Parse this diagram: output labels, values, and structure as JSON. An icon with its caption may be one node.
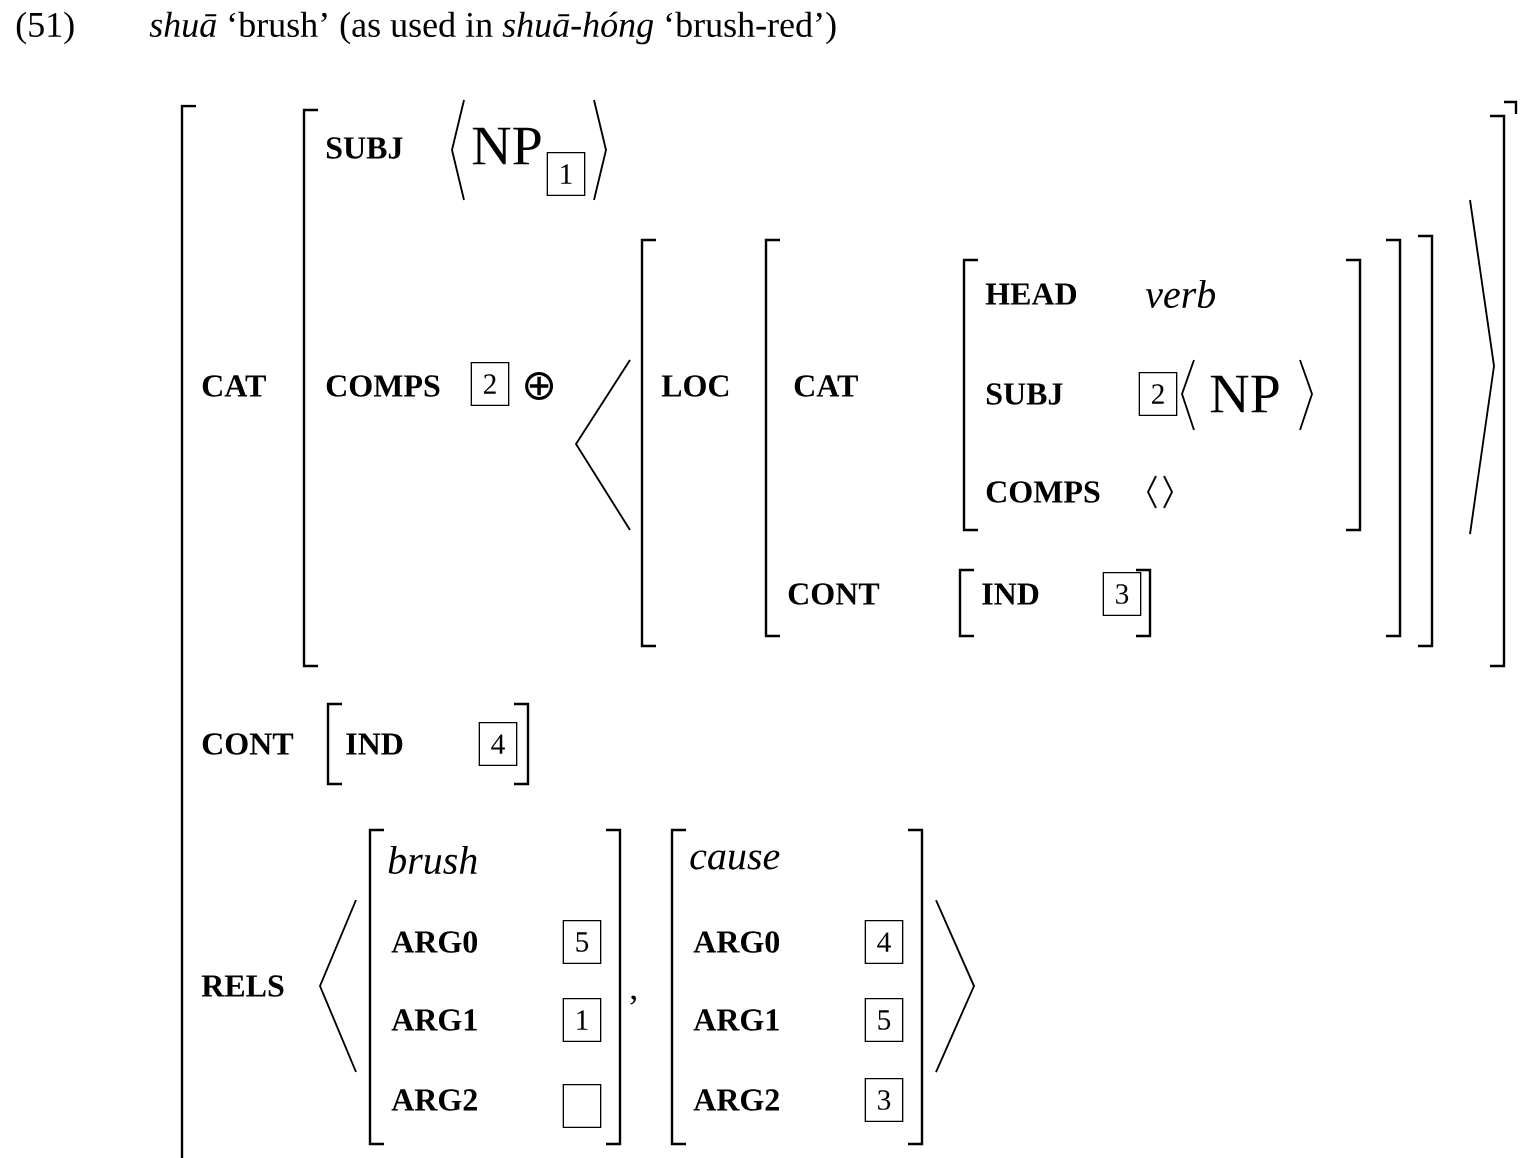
{
  "diagram": {
    "title": "*shuā* ‘brush’ (as used in *shuā-hóng* ‘brush-red’)",
    "nodes": [
      {
        "text": [
          "1"
        ]
      },
      {
        "text": [
          "2"
        ]
      },
      {
        "text": [
          "2"
        ]
      },
      {
        "text": [
          "3"
        ]
      },
      {
        "text": [
          "4"
        ]
      },
      {
        "text": [
          "5"
        ]
      },
      {
        "text": [
          "1"
        ]
      },
      {
        "text": [],
        "shape": "box"
      },
      {
        "text": [
          "4"
        ]
      },
      {
        "text": [
          "5"
        ]
      },
      {
        "text": [
          "3"
        ]
      }
    ],
    "labels": [
      "(51)",
      "CAT",
      "SUBJ",
      "NP",
      "COMPS",
      "⊕",
      "LOC",
      "CAT",
      "HEAD",
      "verb",
      "SUBJ",
      "NP",
      "COMPS",
      "CONT",
      "IND",
      "CONT",
      "IND",
      "RELS",
      "brush",
      "ARG0",
      "ARG1",
      "ARG2",
      ",",
      "cause",
      "ARG0",
      "ARG1",
      "ARG2"
    ]
  }
}
